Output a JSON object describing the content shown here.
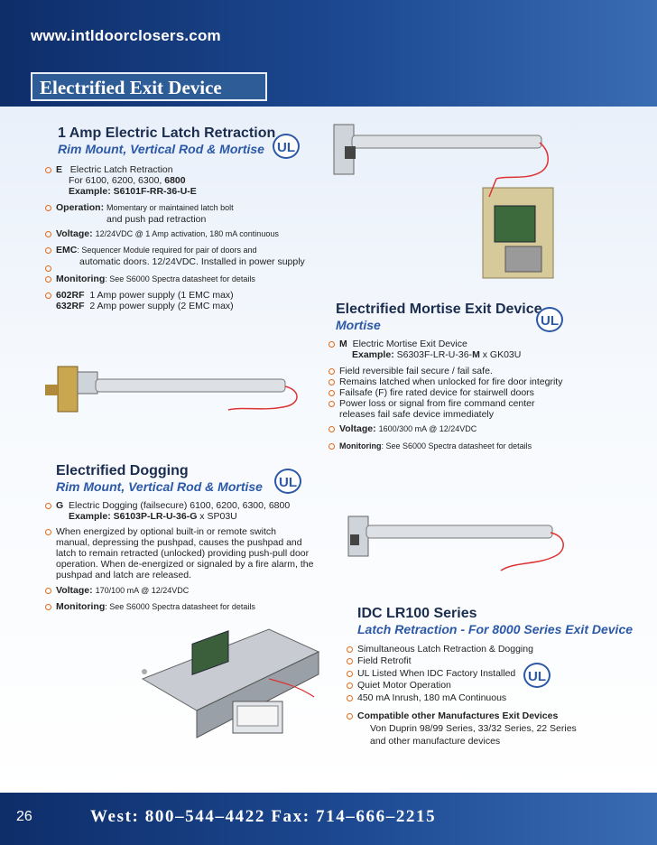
{
  "site": "www.intldoorclosers.com",
  "page_title": "Electrified Exit Device",
  "ul_mark": "UL",
  "s1": {
    "title": "1 Amp Electric Latch Retraction",
    "subtitle": "Rim Mount, Vertical Rod & Mortise",
    "e_code": "E",
    "e_desc": "Electric Latch Retraction",
    "e_for_prefix": "For 6100, 6200, 6300, ",
    "e_for_bold": "6800",
    "e_example": "Example: S6101F-RR-36-U-E",
    "op_label": "Operation:",
    "op_text1": "Momentary or maintained latch bolt",
    "op_text2": "and push pad retraction",
    "volt_label": "Voltage:",
    "volt_text": "12/24VDC @ 1 Amp activation, 180 mA continuous",
    "emc_label": "EMC",
    "emc_text1": ": Sequencer Module required for pair of doors and",
    "emc_text2": "automatic doors. 12/24VDC. Installed in power supply",
    "mon_label": "Monitoring",
    "mon_text": ": See S6000 Spectra datasheet for details",
    "ps1_code": "602RF",
    "ps1_text": "1 Amp power supply (1 EMC max)",
    "ps2_code": "632RF",
    "ps2_text": "2 Amp power supply (2 EMC max)"
  },
  "s2": {
    "title": "Electrified Mortise Exit Device",
    "subtitle": "Mortise",
    "m_code": "M",
    "m_desc": "Electric Mortise Exit Device",
    "m_example_prefix": "Example: ",
    "m_example": "S6303F-LR-U-36-",
    "m_example_bold": "M",
    "m_example_suffix": " x GK03U",
    "b1": "Field reversible fail secure / fail safe.",
    "b2": "Remains latched when unlocked for fire door integrity",
    "b3": "Failsafe (F) fire rated device for stairwell doors",
    "b4a": "Power loss or signal from fire command center",
    "b4b": "releases fail safe device immediately",
    "volt_label": "Voltage:",
    "volt_text": "1600/300 mA  @ 12/24VDC",
    "mon_label": "Monitoring",
    "mon_text": ": See S6000 Spectra datasheet for details"
  },
  "s3": {
    "title": "Electrified Dogging",
    "subtitle": "Rim Mount, Vertical Rod & Mortise",
    "g_code": "G",
    "g_desc": "Electric Dogging (failsecure) 6100, 6200, 6300, 6800",
    "g_example_prefix": "Example: S6103P-LR-U-36-",
    "g_example_bold": "G",
    "g_example_suffix": " x SP03U",
    "p1": "When energized by optional built-in or remote switch",
    "p2": "manual, depressing the pushpad, causes the pushpad and",
    "p3": "latch to remain retracted (unlocked) providing push-pull door",
    "p4": "operation. When de-energized or signaled by a fire alarm, the",
    "p5": "pushpad and latch are released.",
    "volt_label": "Voltage:",
    "volt_text": "170/100 mA @ 12/24VDC",
    "mon_label": "Monitoring",
    "mon_text": ": See S6000 Spectra datasheet for details"
  },
  "s4": {
    "title": "IDC LR100 Series",
    "subtitle": "Latch Retraction - For 8000 Series Exit Device",
    "b1": "Simultaneous Latch Retraction & Dogging",
    "b2": "Field Retrofit",
    "b3": "UL Listed When IDC Factory Installed",
    "b4": "Quiet Motor Operation",
    "b5": "450 mA Inrush, 180 mA Continuous",
    "compat_label": "Compatible other Manufactures Exit Devices",
    "compat1": "Von Duprin 98/99 Series, 33/32 Series, 22 Series",
    "compat2": "and other manufacture devices"
  },
  "footer": {
    "page_number": "26",
    "contact": "West: 800–544–4422  Fax: 714–666–2215"
  }
}
